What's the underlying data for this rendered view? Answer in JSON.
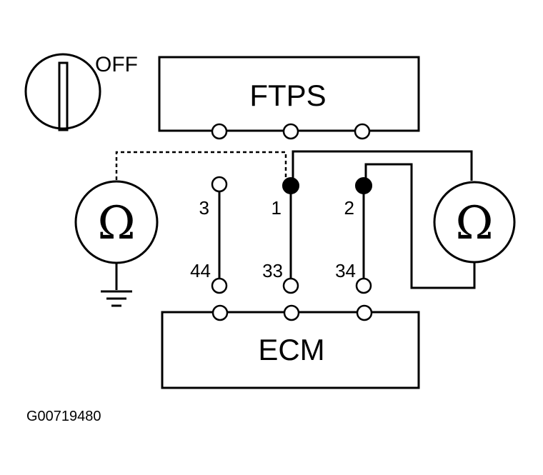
{
  "ignition_switch": {
    "position_label": "OFF"
  },
  "components": {
    "top_box": "FTPS",
    "bottom_box": "ECM"
  },
  "meters": {
    "left_symbol": "Ω",
    "right_symbol": "Ω"
  },
  "pins": {
    "ftps": [
      "3",
      "1",
      "2"
    ],
    "ecm": [
      "44",
      "33",
      "34"
    ]
  },
  "figure_id": "G00719480"
}
